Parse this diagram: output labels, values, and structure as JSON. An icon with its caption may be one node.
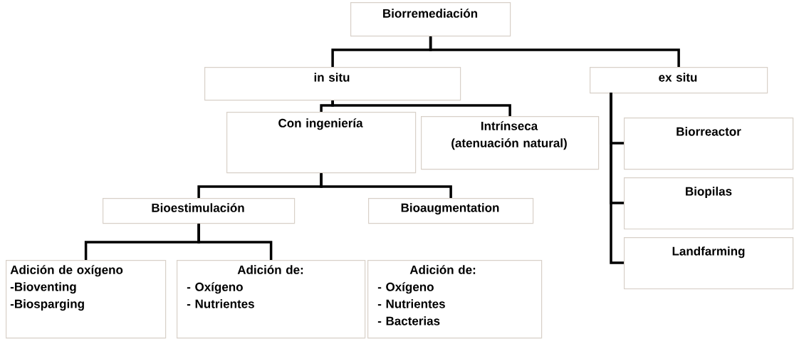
{
  "diagram": {
    "nodes": [
      {
        "text": [
          "Biorremediación"
        ]
      },
      {
        "text": [
          "in situ"
        ]
      },
      {
        "text": [
          "ex situ"
        ]
      },
      {
        "text": [
          "Con ingeniería"
        ]
      },
      {
        "text": [
          "Intrínseca (atenuación natural)"
        ]
      },
      {
        "text": [
          "Biorreactor"
        ]
      },
      {
        "text": [
          "Biopilas"
        ]
      },
      {
        "text": [
          "Landfarming"
        ]
      },
      {
        "text": [
          "Bioestimulación"
        ]
      },
      {
        "text": [
          "Bioaugmentation"
        ]
      },
      {
        "text": [
          "Adición de oxígeno",
          "-Bioventing",
          "-Biosparging"
        ]
      },
      {
        "text": [
          "Adición de:",
          "- Oxígeno",
          "- Nutrientes"
        ]
      },
      {
        "text": [
          "Adición de:",
          "- Oxígeno",
          "- Nutrientes",
          "- Bacterias"
        ]
      }
    ],
    "edges": [
      {
        "from": 0,
        "to": 1,
        "arrow": "none"
      },
      {
        "from": 0,
        "to": 2,
        "arrow": "none"
      },
      {
        "from": 1,
        "to": 3,
        "arrow": "none"
      },
      {
        "from": 1,
        "to": 4,
        "arrow": "none"
      },
      {
        "from": 2,
        "to": 5,
        "arrow": "none"
      },
      {
        "from": 2,
        "to": 6,
        "arrow": "none"
      },
      {
        "from": 2,
        "to": 7,
        "arrow": "none"
      },
      {
        "from": 3,
        "to": 8,
        "arrow": "none"
      },
      {
        "from": 3,
        "to": 9,
        "arrow": "none"
      },
      {
        "from": 8,
        "to": 10,
        "arrow": "none"
      },
      {
        "from": 8,
        "to": 11,
        "arrow": "none"
      }
    ]
  }
}
